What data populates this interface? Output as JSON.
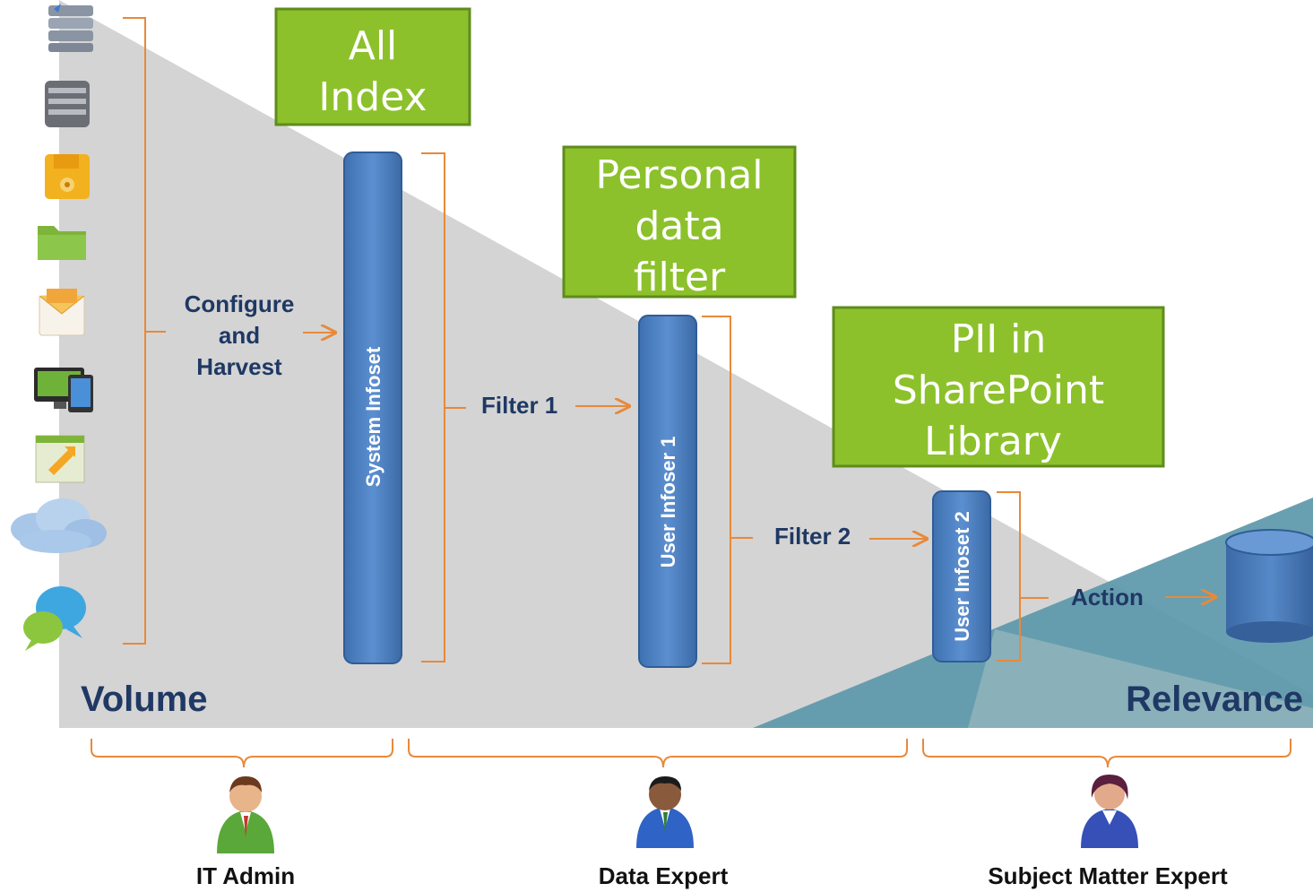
{
  "labels": {
    "configure": [
      "Configure",
      "and",
      "Harvest"
    ],
    "filter1": "Filter 1",
    "filter2": "Filter 2",
    "action": "Action",
    "volume": "Volume",
    "relevance": "Relevance"
  },
  "infosets": {
    "system": "System Infoset",
    "user1": "User Infoser 1",
    "user2": "User Infoset 2"
  },
  "callouts": {
    "all_index": [
      "All",
      "Index"
    ],
    "personal_data": [
      "Personal",
      "data",
      "filter"
    ],
    "pii": [
      "PII in",
      "SharePoint",
      "Library"
    ]
  },
  "roles": {
    "it_admin": "IT Admin",
    "data_expert": "Data Expert",
    "sme": "Subject Matter Expert"
  },
  "source_icons": [
    "server-stack-icon",
    "server-icon",
    "floppy-disk-icon",
    "folder-icon",
    "email-icon",
    "devices-icon",
    "sharepoint-icon",
    "cloud-icon",
    "chat-bubbles-icon"
  ],
  "colors": {
    "infoset_blue": "#4a7ebb",
    "callout_green": "#8cc12b",
    "callout_border": "#5e8c1e",
    "arrow_orange": "#e8893a",
    "triangle_gray": "#d4d4d4",
    "relevance_teal": "#5c98aa",
    "title_navy": "#1f3864"
  }
}
